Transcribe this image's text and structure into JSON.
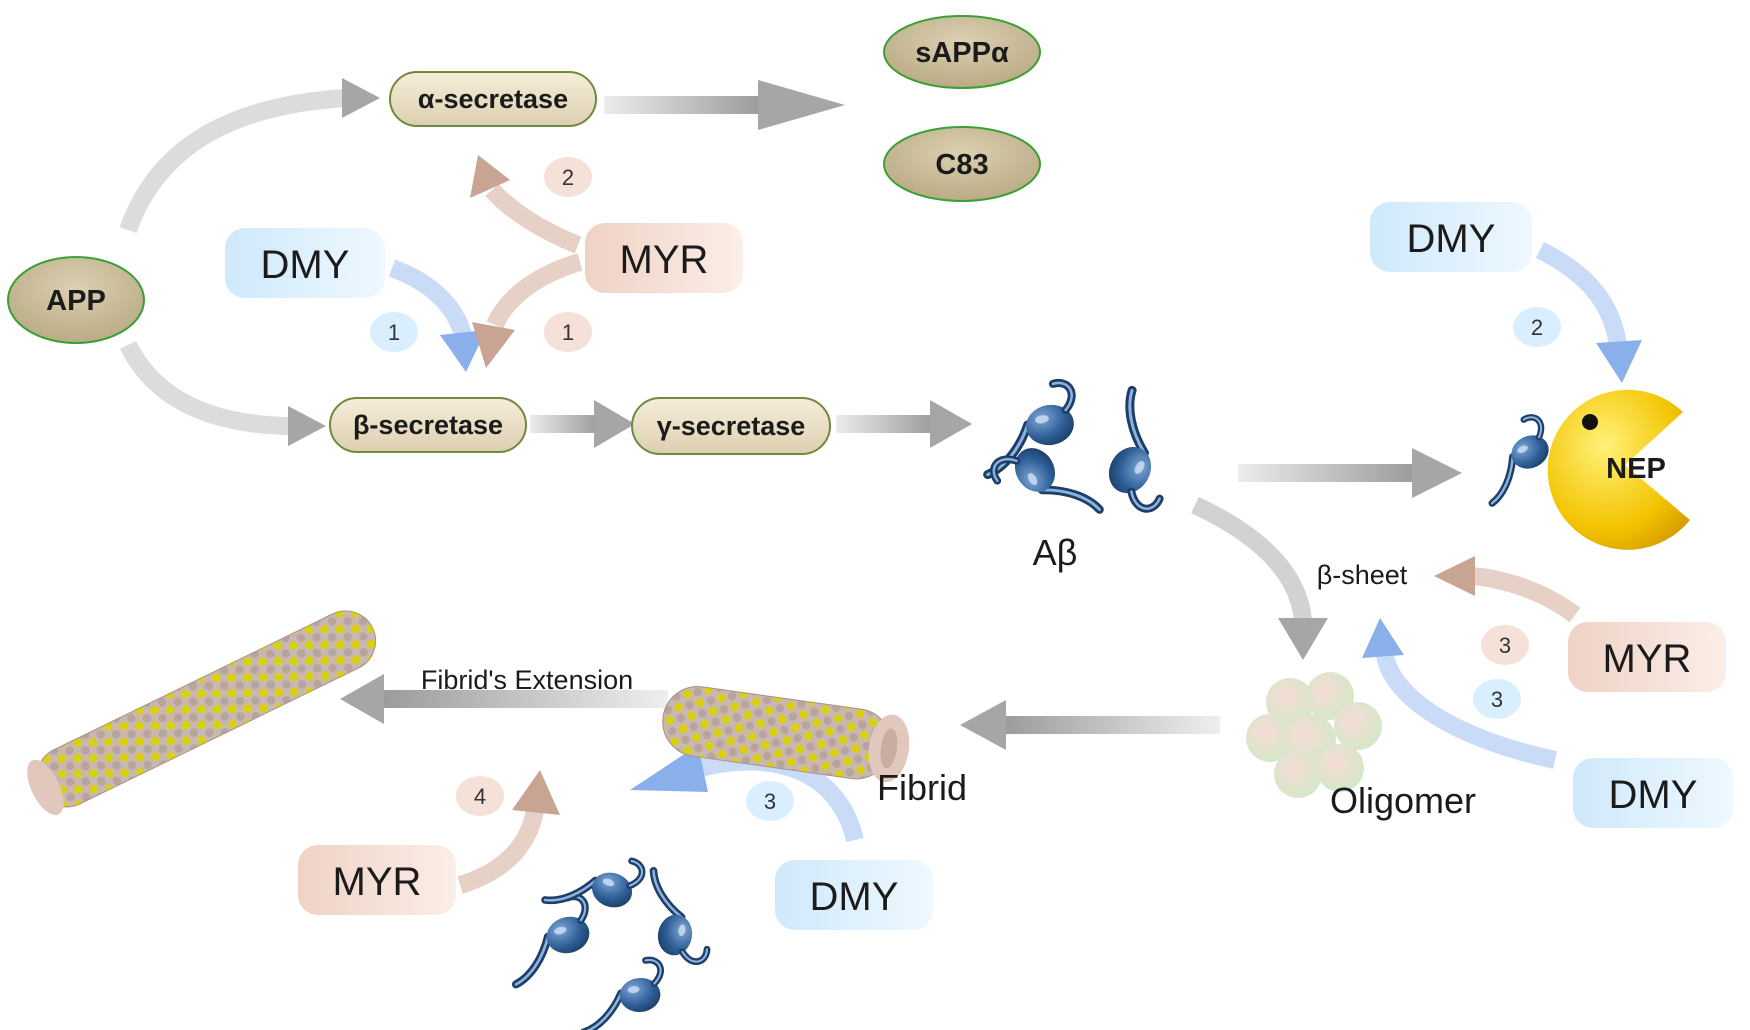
{
  "nodes": {
    "app": "APP",
    "alpha_secretase": "α-secretase",
    "beta_secretase": "β-secretase",
    "gamma_secretase": "γ-secretase",
    "sappa": "sAPPα",
    "c83": "C83",
    "abeta": "Aβ",
    "nep": "NEP",
    "beta_sheet": "β-sheet",
    "oligomer": "Oligomer",
    "fibrid": "Fibrid",
    "fibrid_extension": "Fibrid's Extension"
  },
  "drugs": {
    "dmy_top_left": "DMY",
    "myr_top": "MYR",
    "dmy_top_right": "DMY",
    "myr_right": "MYR",
    "dmy_right": "DMY",
    "myr_bottom": "MYR",
    "dmy_bottom": "DMY"
  },
  "step_numbers": {
    "myr_alpha": "2",
    "dmy_beta": "1",
    "myr_beta": "1",
    "dmy_nep": "2",
    "myr_sheet": "3",
    "dmy_sheet": "3",
    "myr_extension": "4",
    "dmy_fibrid": "3"
  },
  "colors": {
    "enzyme_fill": "#e8dcc0",
    "enzyme_border": "#6f8a3c",
    "product_fill": "#c4b58f",
    "product_border": "#3aa035",
    "dmy_fill": "#d9efff",
    "myr_fill": "#f6e1d8",
    "dmy_arrow": "#8ab0ec",
    "myr_arrow": "#c9a493",
    "pathway_arrow": "#a9a9a9",
    "abeta_blue": "#2d5a8e",
    "nep_yellow": "#f2c500",
    "oligomer_green": "#bfe3b4",
    "fibril_yellow": "#d9d20a",
    "fibril_mauve": "#b9a6a0"
  }
}
